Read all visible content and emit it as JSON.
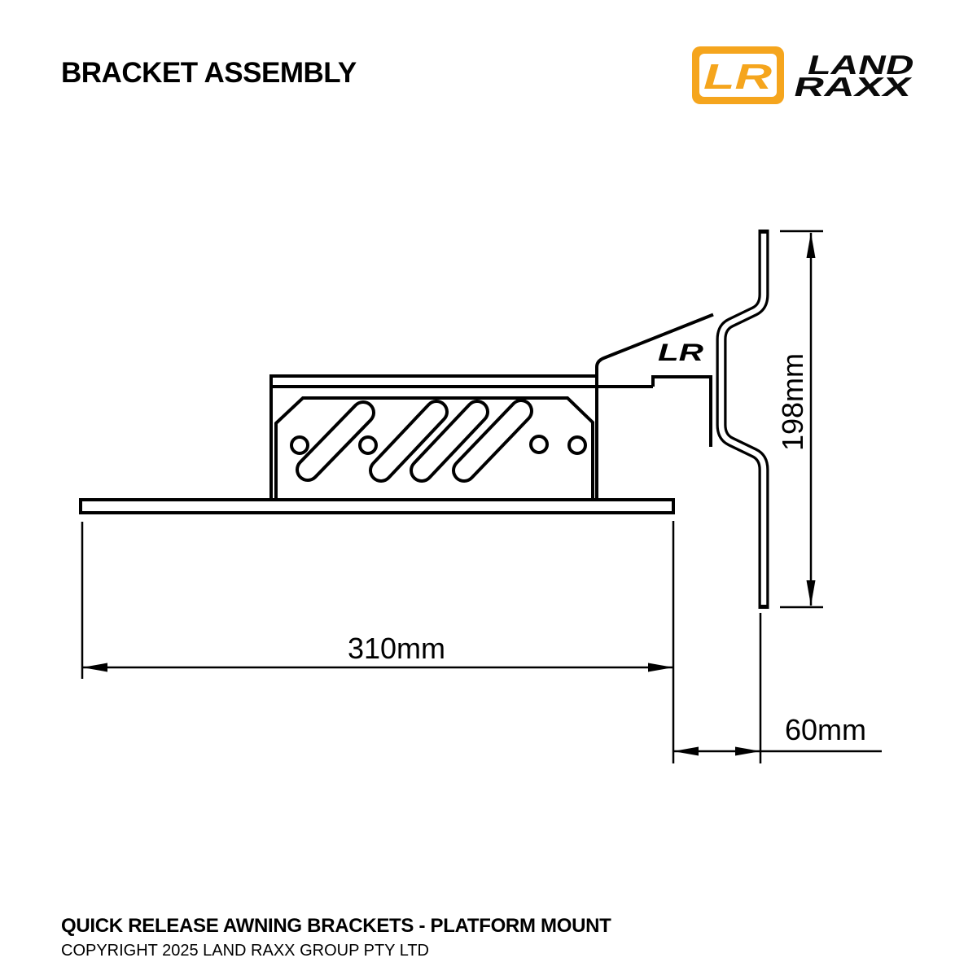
{
  "header": {
    "title": "BRACKET ASSEMBLY"
  },
  "brand": {
    "monogram": "LR",
    "wordmark_top": "LAND",
    "wordmark_bottom": "RAXX",
    "color": "#F5A51D"
  },
  "drawing": {
    "dim_width": "310mm",
    "dim_height": "198mm",
    "dim_offset": "60mm",
    "engraving": "LR"
  },
  "footer": {
    "line1": "QUICK RELEASE AWNING BRACKETS - PLATFORM MOUNT",
    "line2": "COPYRIGHT 2025 LAND RAXX GROUP PTY LTD"
  }
}
